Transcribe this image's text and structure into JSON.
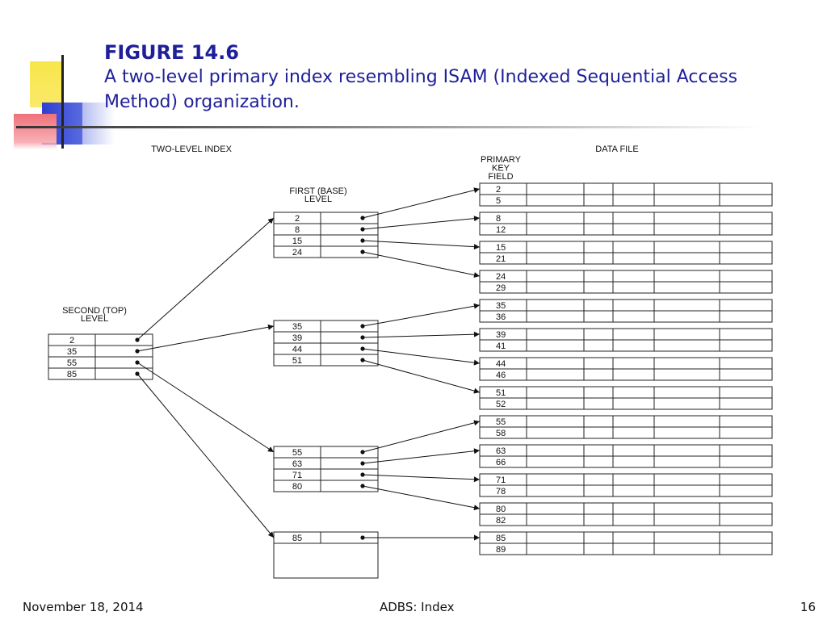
{
  "slide": {
    "figure_number": "FIGURE 14.6",
    "caption": "A two-level primary index resembling ISAM (Indexed Sequential Access Method) organization."
  },
  "diagram": {
    "two_level_index_label": "TWO-LEVEL INDEX",
    "data_file_label": "DATA FILE",
    "primary_key_field_label": [
      "PRIMARY",
      "KEY",
      "FIELD"
    ],
    "first_base_level_label": [
      "FIRST (BASE)",
      "LEVEL"
    ],
    "second_top_level_label": [
      "SECOND (TOP)",
      "LEVEL"
    ],
    "second_level_keys": [
      "2",
      "35",
      "55",
      "85"
    ],
    "first_level_blocks": [
      [
        "2",
        "8",
        "15",
        "24"
      ],
      [
        "35",
        "39",
        "44",
        "51"
      ],
      [
        "55",
        "63",
        "71",
        "80"
      ],
      [
        "85"
      ]
    ],
    "data_blocks": [
      [
        "2",
        "5"
      ],
      [
        "8",
        "12"
      ],
      [
        "15",
        "21"
      ],
      [
        "24",
        "29"
      ],
      [
        "35",
        "36"
      ],
      [
        "39",
        "41"
      ],
      [
        "44",
        "46"
      ],
      [
        "51",
        "52"
      ],
      [
        "55",
        "58"
      ],
      [
        "63",
        "66"
      ],
      [
        "71",
        "78"
      ],
      [
        "80",
        "82"
      ],
      [
        "85",
        "89"
      ]
    ]
  },
  "footer": {
    "date": "November 18, 2014",
    "course": "ADBS: Index",
    "page": "16"
  },
  "colors": {
    "title": "#1f1f9a",
    "deco_yellow": "#f7e64a",
    "deco_blue": "#2d3fd0",
    "deco_red": "#f0707a"
  }
}
